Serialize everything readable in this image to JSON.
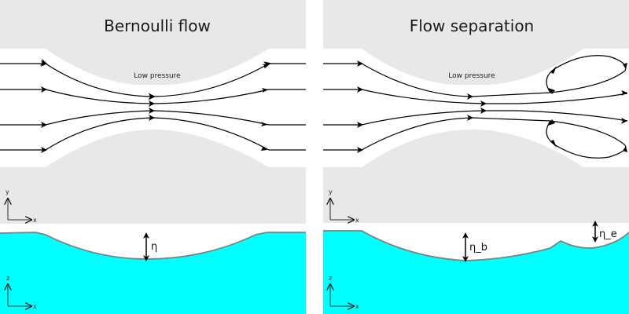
{
  "colors": {
    "wall": "#e8e8e8",
    "channel": "#ffffff",
    "water": "#00ffff",
    "water_surface": "#808080",
    "streamline": "#000000",
    "background": "#ffffff"
  },
  "panels": [
    {
      "id": "bernoulli",
      "title": "Bernoulli flow",
      "region_label": "Low pressure",
      "top_axes": {
        "vertical": "y",
        "horizontal": "x"
      },
      "bottom_axes": {
        "vertical": "z",
        "horizontal": "x"
      },
      "depth_labels": [
        "η"
      ]
    },
    {
      "id": "separation",
      "title": "Flow separation",
      "region_label": "Low pressure",
      "top_axes": {
        "vertical": "y",
        "horizontal": "x"
      },
      "bottom_axes": {
        "vertical": "z",
        "horizontal": "x"
      },
      "depth_labels": [
        "η_b",
        "η_e"
      ]
    }
  ]
}
